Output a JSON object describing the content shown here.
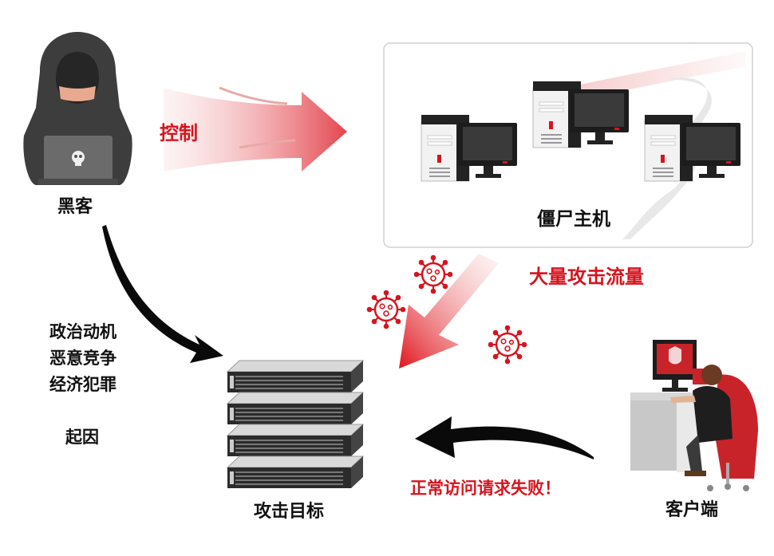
{
  "diagram": {
    "nodes": {
      "hacker": "黑客",
      "zombie_hosts": "僵尸主机",
      "target": "攻击目标",
      "client": "客户端"
    },
    "edges": {
      "control": "控制",
      "attack_traffic": "大量攻击流量",
      "request_failed": "正常访问请求失败！"
    },
    "causes": {
      "items": [
        "政治动机",
        "恶意竞争",
        "经济犯罪"
      ],
      "label": "起因"
    }
  },
  "colors": {
    "accent_red": "#d7141e",
    "text": "#111111",
    "hacker_hood": "#3a3a3a"
  },
  "icons": [
    "hacker-icon",
    "zombie-computer-icon",
    "server-rack-icon",
    "virus-icon",
    "client-user-icon"
  ]
}
